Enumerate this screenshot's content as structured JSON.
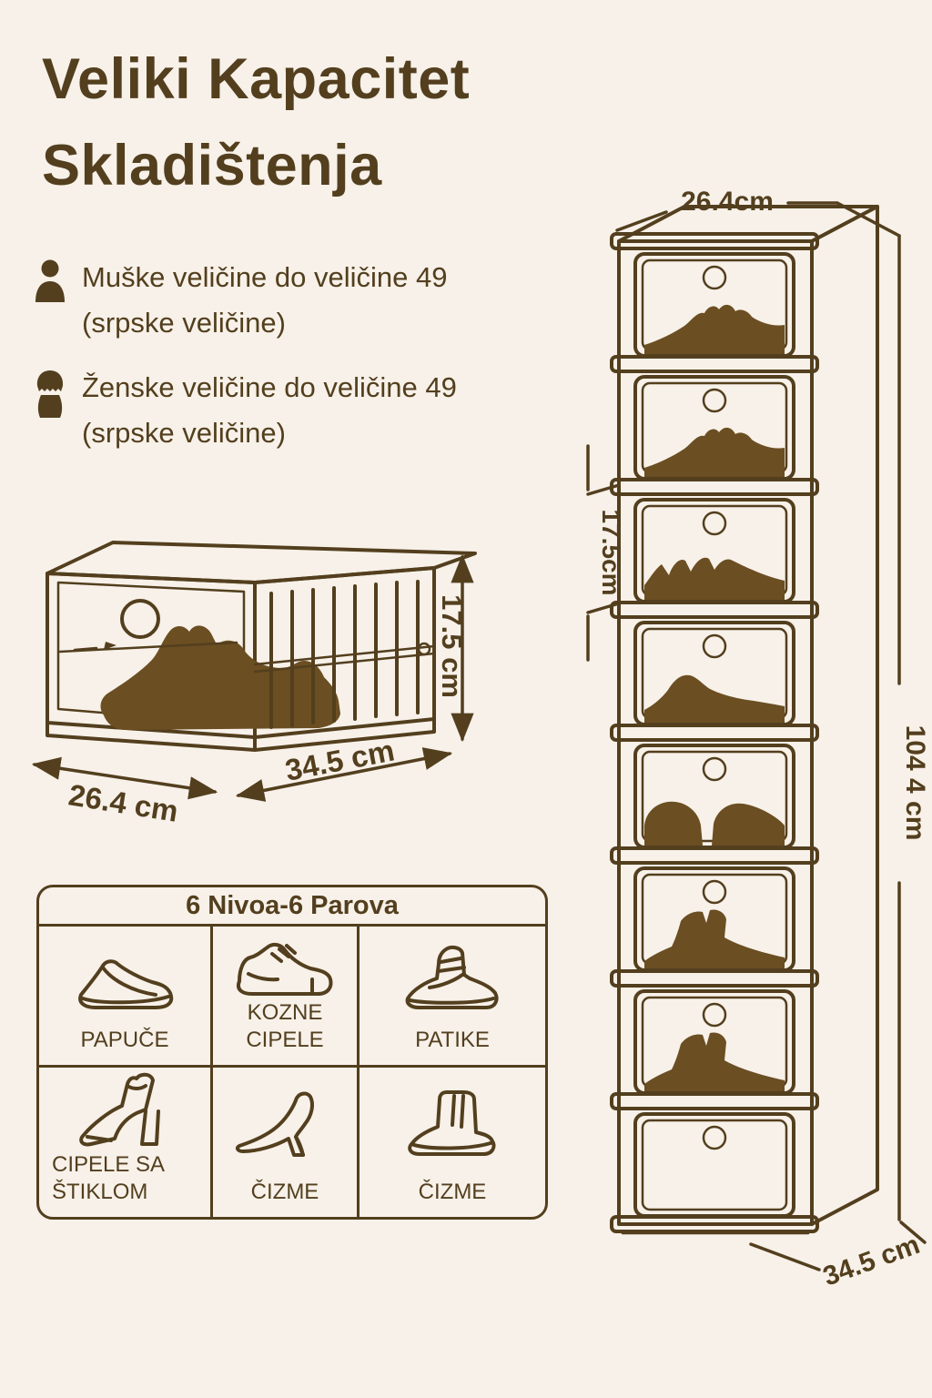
{
  "page": {
    "background_color": "#f7f1e9",
    "ink_color": "#533f1e",
    "silhouette_color": "#6b4e22"
  },
  "title": {
    "line1": "Veliki Kapacitet",
    "line2": "Skladištenja"
  },
  "features": [
    {
      "icon": "male-user-icon",
      "line1": "Muške veličine do veličine 49",
      "line2": "(srpske veličine)"
    },
    {
      "icon": "female-user-icon",
      "line1": "Ženske veličine do veličine 49",
      "line2": "(srpske veličine)"
    }
  ],
  "single_box_figure": {
    "width_label": "26.4 cm",
    "depth_label": "34.5 cm",
    "height_label": "17.5 cm"
  },
  "capacity_table": {
    "header": "6 Nivoa-6 Parova",
    "cells": [
      {
        "icon": "slipper-icon",
        "label": "PAPUČE"
      },
      {
        "icon": "dress-shoe-icon",
        "label": "KOZNE CIPELE"
      },
      {
        "icon": "sneaker-icon",
        "label": "PATIKE"
      },
      {
        "icon": "heeled-shoe-icon",
        "label": "CIPELE SA ŠTIKLOM"
      },
      {
        "icon": "high-heel-icon",
        "label": "ČIZME"
      },
      {
        "icon": "boot-icon",
        "label": "ČIZME"
      }
    ]
  },
  "stack_figure": {
    "levels": 8,
    "width_label": "26.4cm",
    "level_height_label": "17.5cm",
    "total_height_label": "104 4 cm",
    "depth_label": "34.5 cm"
  }
}
